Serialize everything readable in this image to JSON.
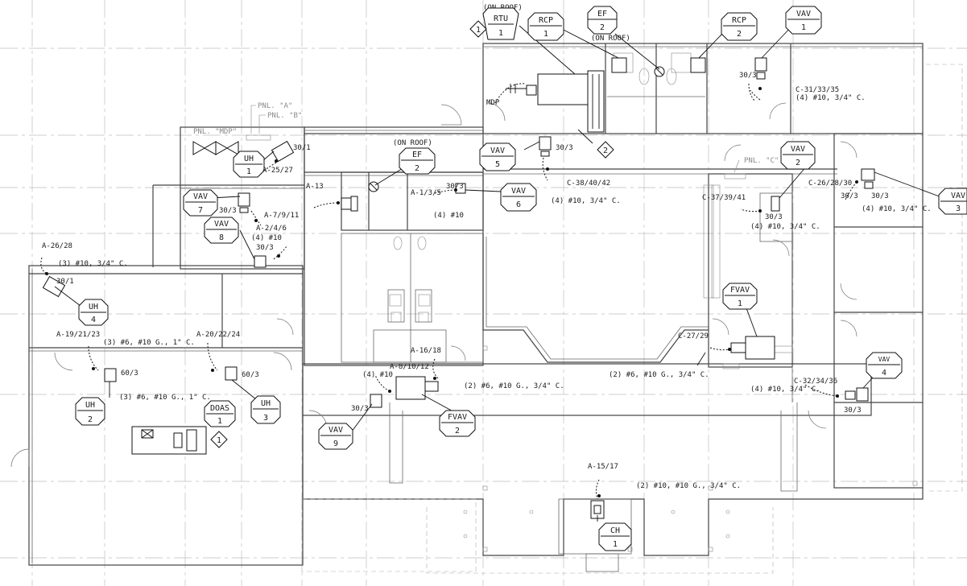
{
  "tags": {
    "rtu1": {
      "type": "RTU",
      "num": "1",
      "note": "(ON ROOF)"
    },
    "rcp1": {
      "type": "RCP",
      "num": "1"
    },
    "ef2_top": {
      "type": "EF",
      "num": "2",
      "note": "(ON ROOF)"
    },
    "rcp2": {
      "type": "RCP",
      "num": "2"
    },
    "vav1": {
      "type": "VAV",
      "num": "1"
    },
    "vav2": {
      "type": "VAV",
      "num": "2"
    },
    "vav3": {
      "type": "VAV",
      "num": "3"
    },
    "vav4": {
      "type": "VAV",
      "num": "4"
    },
    "vav5": {
      "type": "VAV",
      "num": "5"
    },
    "vav6": {
      "type": "VAV",
      "num": "6"
    },
    "vav7": {
      "type": "VAV",
      "num": "7"
    },
    "vav8": {
      "type": "VAV",
      "num": "8"
    },
    "vav9": {
      "type": "VAV",
      "num": "9"
    },
    "ef2_mid": {
      "type": "EF",
      "num": "2",
      "note": "(ON ROOF)"
    },
    "uh1": {
      "type": "UH",
      "num": "1"
    },
    "uh2": {
      "type": "UH",
      "num": "2"
    },
    "uh3": {
      "type": "UH",
      "num": "3"
    },
    "uh4": {
      "type": "UH",
      "num": "4"
    },
    "doas1": {
      "type": "DOAS",
      "num": "1"
    },
    "fvav1": {
      "type": "FVAV",
      "num": "1"
    },
    "fvav2": {
      "type": "FVAV",
      "num": "2"
    },
    "ch1": {
      "type": "CH",
      "num": "1"
    }
  },
  "keynotes": [
    "1",
    "2",
    "1"
  ],
  "panels": {
    "mdp_label": "PNL. \"MDP\"",
    "a_label": "PNL. \"A\"",
    "b_label": "PNL. \"B\"",
    "c_label": "PNL. \"C\"",
    "mdp_tag": "MDP"
  },
  "circuits": [
    "A-25/27",
    "A-13",
    "A-1/3/5",
    "C-38/40/42",
    "C-31/33/35",
    "A-7/9/11",
    "A-2/4/6",
    "C-37/39/41",
    "C-26/28/30",
    "A-26/28",
    "A-19/21/23",
    "A-20/22/24",
    "A-16/18",
    "A-8/10/12",
    "C-27/29",
    "C-32/34/36",
    "A-15/17"
  ],
  "ratings": [
    "30/1",
    "30/3",
    "30/3",
    "30/3",
    "30/3",
    "30/3",
    "30/3",
    "30/1",
    "60/3",
    "60/3",
    "30/3",
    "30/3",
    "30/3",
    "30/3"
  ],
  "wires": [
    "(4) #10, 3/4\" C.",
    "(4) #10",
    "(4) #10, 3/4\" C.",
    "(4) #10",
    "(4) #10, 3/4\" C.",
    "(4) #10, 3/4\" C.",
    "(3) #10, 3/4\" C.",
    "(3) #6, #10 G., 1\" C.",
    "(3) #6, #10 G., 1\" C.",
    "(4) #10",
    "(2) #6, #10 G., 3/4\" C.",
    "(2) #6, #10 G., 3/4\" C.",
    "(4) #10, 3/4\" C.",
    "(2) #10, #10 G., 3/4\" C."
  ]
}
